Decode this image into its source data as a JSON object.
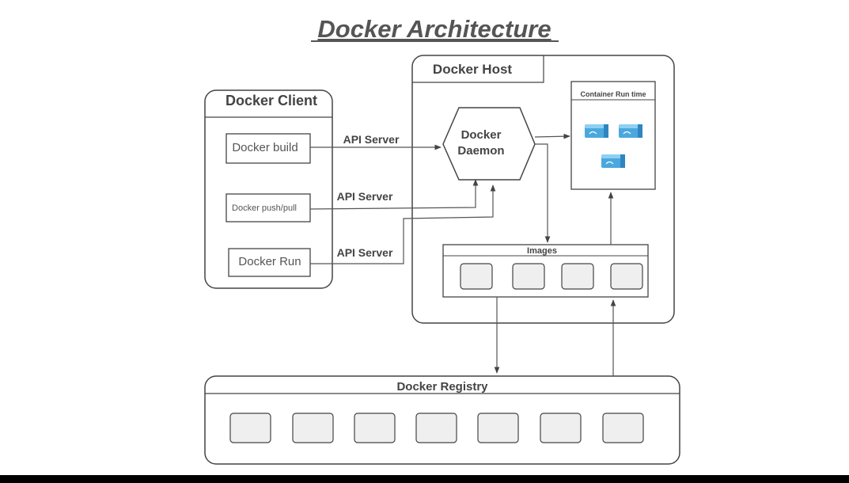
{
  "title": "Docker Architecture",
  "client": {
    "title": "Docker Client",
    "commands": [
      "Docker build",
      "Docker push/pull",
      "Docker Run"
    ]
  },
  "api_labels": [
    "API Server",
    "API Server",
    "API Server"
  ],
  "host": {
    "title": "Docker Host",
    "daemon": [
      "Docker",
      "Daemon"
    ],
    "runtime_title": "Container Run time",
    "images_title": "Images",
    "image_slots": 4,
    "container_icons": 3
  },
  "registry": {
    "title": "Docker Registry",
    "image_slots": 7
  },
  "colors": {
    "line": "#444444",
    "text": "#444444",
    "title": "#555555",
    "slot_fill": "#efefef",
    "container_blue": "#4aa8de",
    "container_blue_dark": "#2f86bf",
    "container_blue_light": "#8fd0f2",
    "bottom_bar": "#000000"
  },
  "icons": {
    "container": "docker-container-icon",
    "image_slot": "image-slot"
  }
}
